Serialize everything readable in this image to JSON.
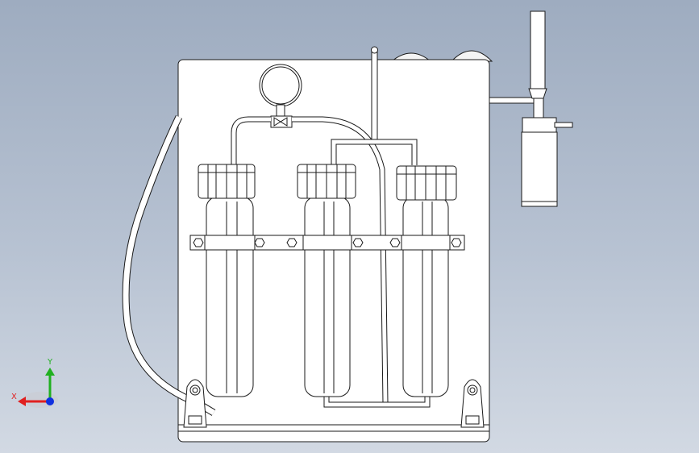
{
  "viewport": {
    "background_top": "#9eacc0",
    "background_bottom": "#d2d9e3",
    "line_color": "#1a1a1a",
    "fill_color": "#ffffff"
  },
  "triad": {
    "x_label": "X",
    "y_label": "Y",
    "x_color": "#e02020",
    "y_color": "#20b020",
    "z_color": "#1030e0"
  },
  "model": {
    "components": [
      "base-plate",
      "pressure-gauge",
      "valve",
      "filter-housing-1",
      "filter-housing-2",
      "filter-housing-3",
      "mounting-bracket",
      "side-hose",
      "tee-fitting",
      "collection-cup",
      "vertical-pipe",
      "mount-foot-left",
      "mount-foot-right"
    ]
  }
}
